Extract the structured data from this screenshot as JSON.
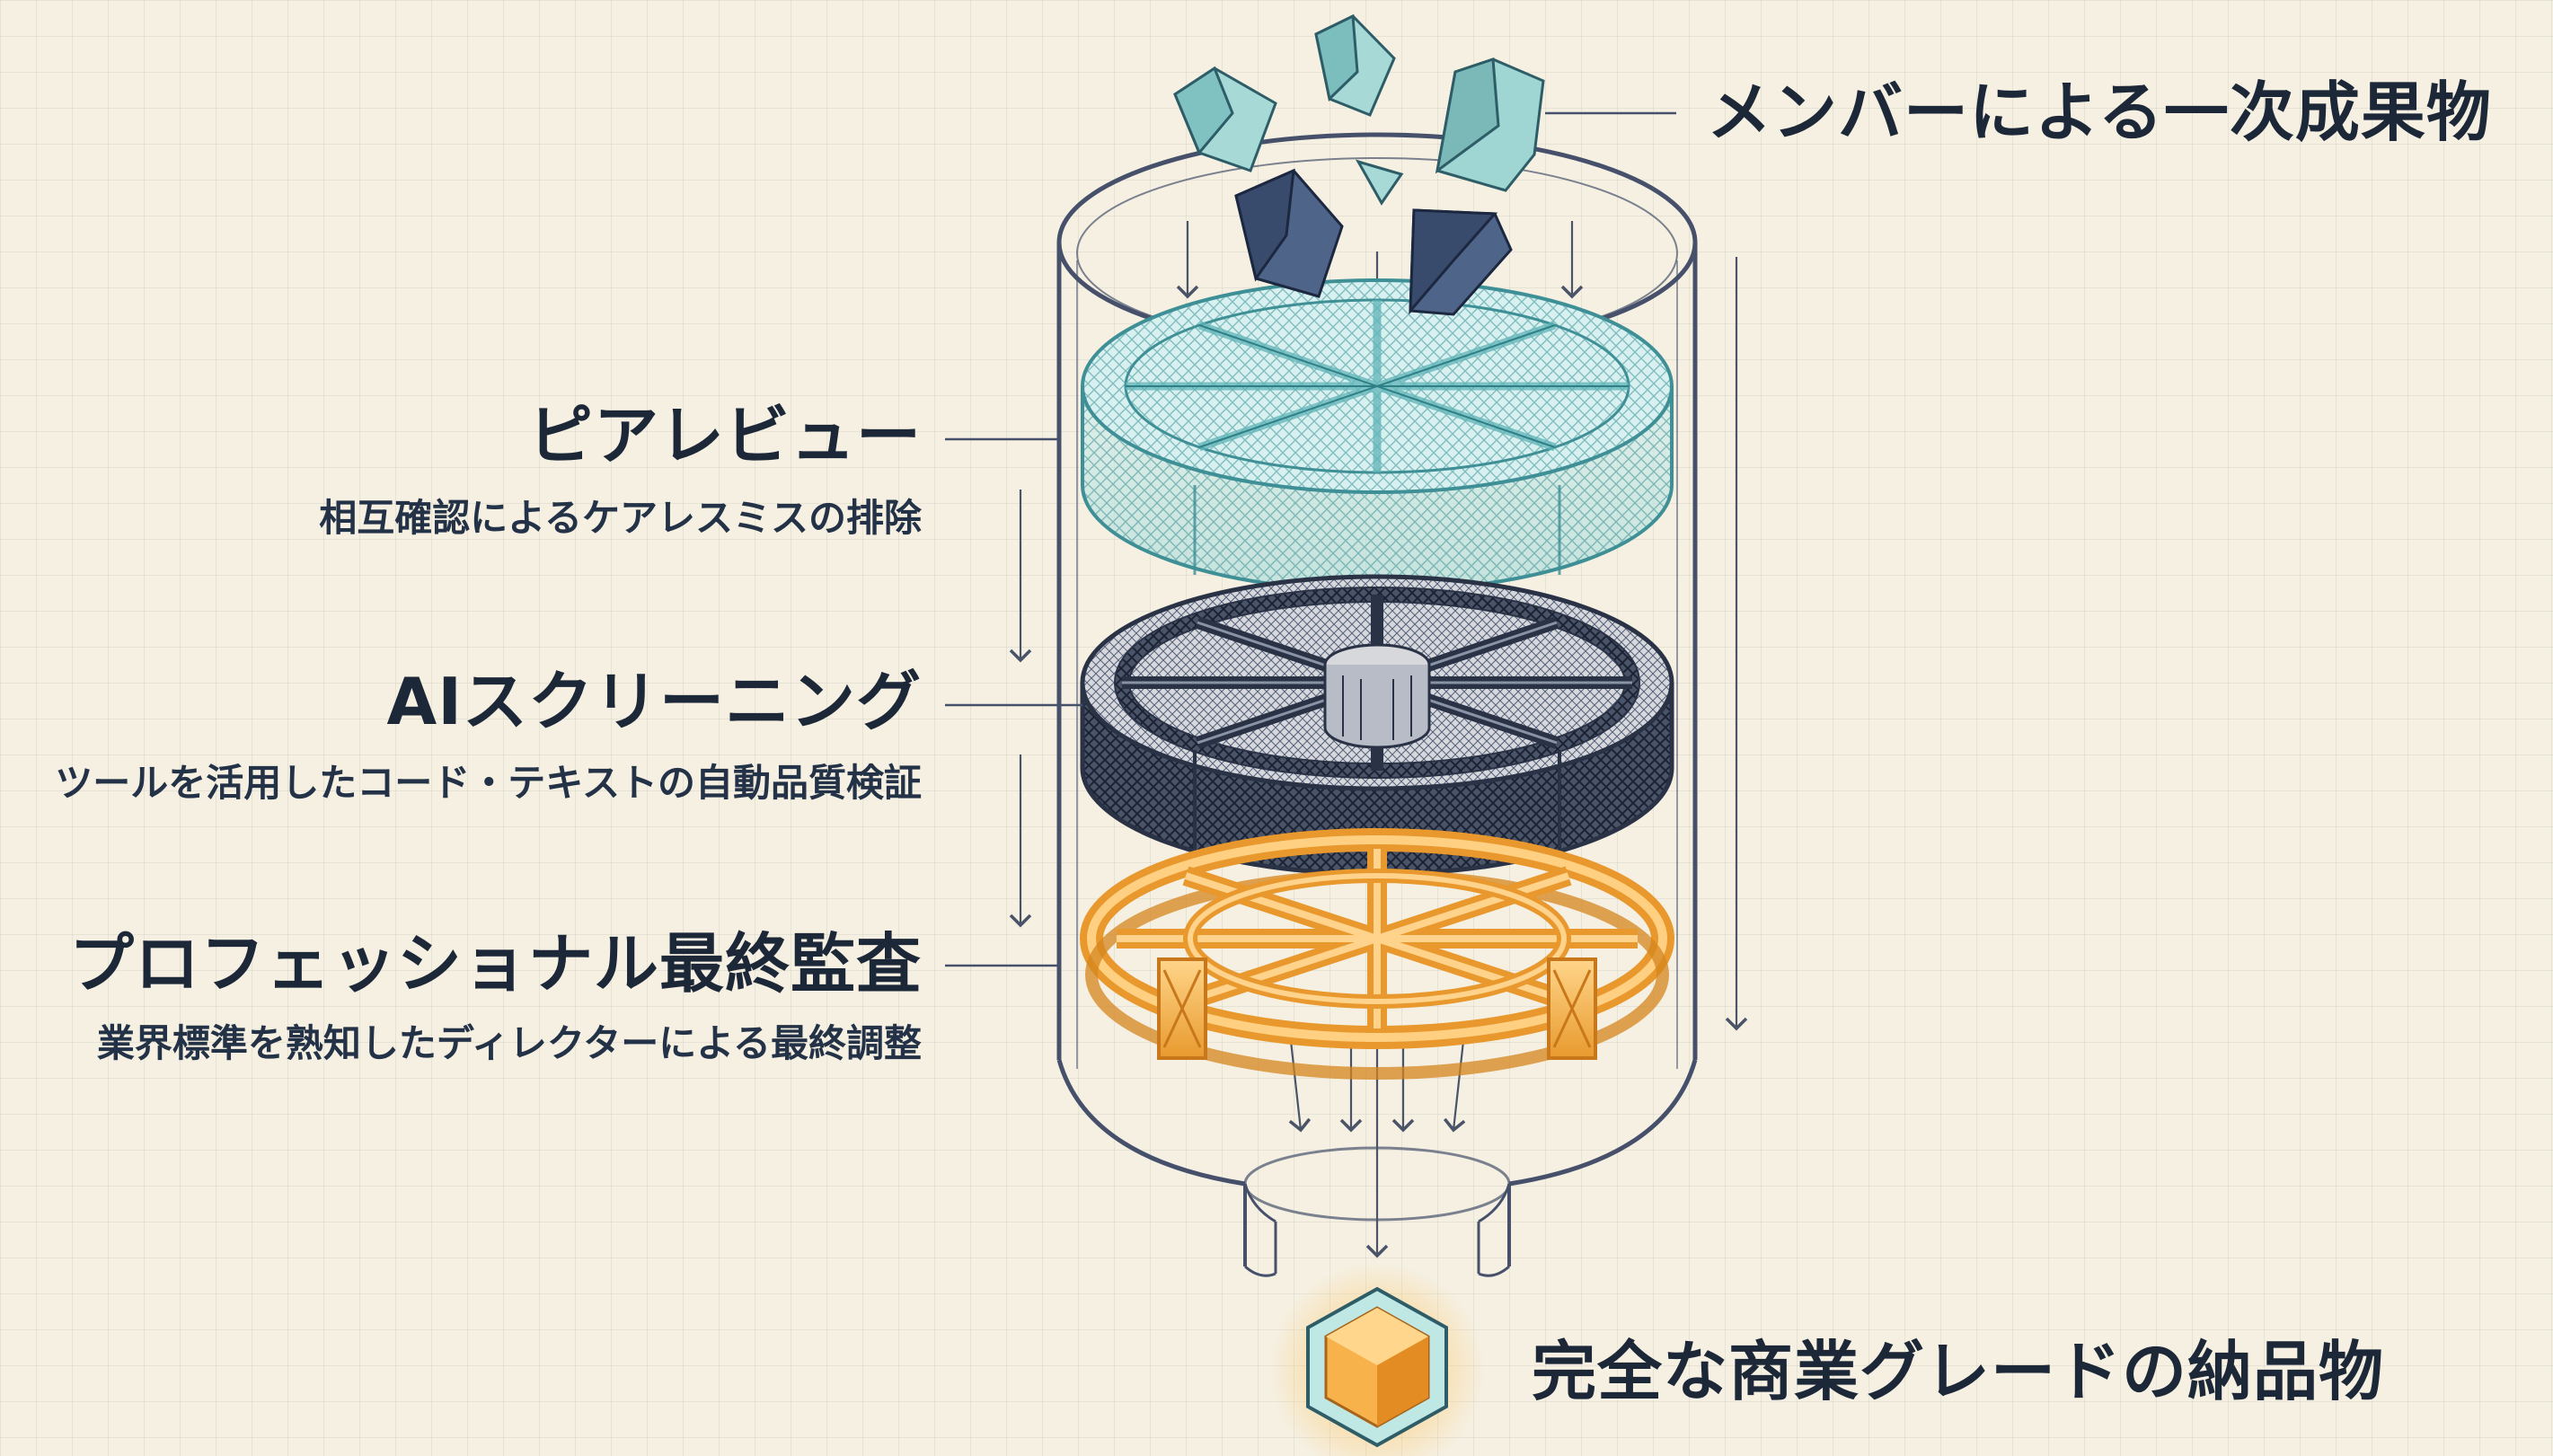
{
  "diagram": {
    "input_label": "メンバーによる一次成果物",
    "stages": [
      {
        "title": "ピアレビュー",
        "subtitle": "相互確認によるケアレスミスの排除"
      },
      {
        "title": "AIスクリーニング",
        "subtitle": "ツールを活用したコード・テキストの自動品質検証"
      },
      {
        "title": "プロフェッショナル最終監査",
        "subtitle": "業界標準を熟知したディレクターによる最終調整"
      }
    ],
    "output_label": "完全な商業グレードの納品物"
  },
  "colors": {
    "background": "#f5f0e2",
    "ink": "#1e2a3c",
    "peer_review_filter": "#8fd3d6",
    "ai_screening_filter": "#3a4458",
    "final_audit_filter": "#f0a640",
    "input_fragments_light": "#8ccac8",
    "input_fragments_dark": "#37496b",
    "output_cube": "#f2a13a"
  }
}
